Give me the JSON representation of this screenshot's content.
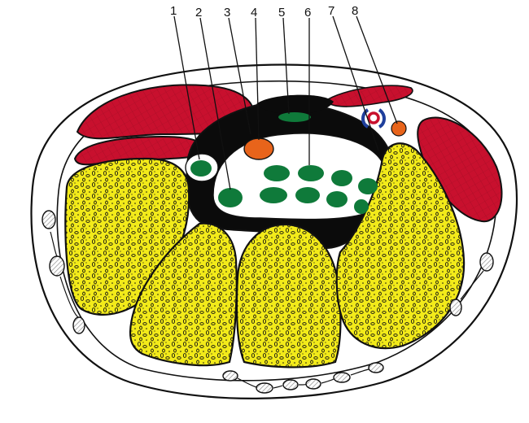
{
  "labels": [
    "1",
    "2",
    "3",
    "4",
    "5",
    "6",
    "7",
    "8"
  ],
  "colors": {
    "background": "#ffffff",
    "outline": "#111111",
    "muscle_red": "#c8102e",
    "muscle_yellow": "#f2ea1a",
    "nerve_orange": "#e8641b",
    "tendon_green": "#0f7a3a",
    "canal_black": "#0b0b0b",
    "vein_blue": "#1f3f9c",
    "hatch": "#8c8c8c"
  },
  "icons": {
    "artery": "red-ring-icon",
    "vein": "blue-crescent-icon",
    "vessel_small": "hatched-ellipse-icon"
  }
}
